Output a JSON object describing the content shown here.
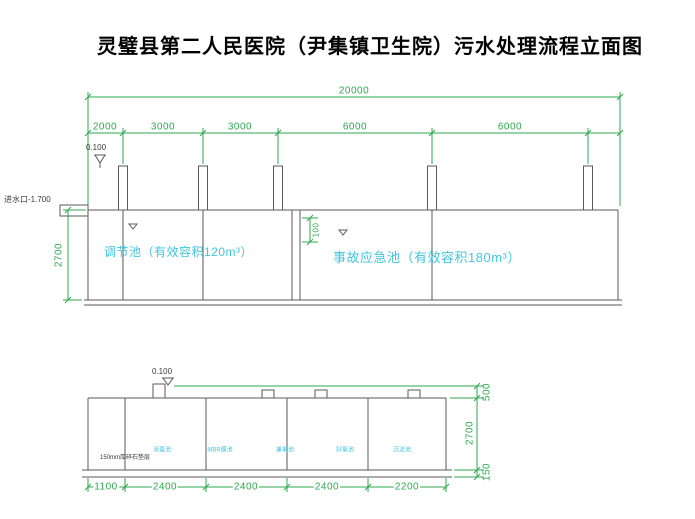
{
  "title": "灵璧县第二人民医院（尹集镇卫生院）污水处理流程立面图",
  "colors": {
    "dimension_green": "#2EA84F",
    "label_cyan": "#3FC6E0",
    "line_gray": "#5A5A5A"
  },
  "upper_elevation": {
    "overall_dim": "20000",
    "segment_dims": [
      "2000",
      "3000",
      "3000",
      "6000",
      "6000"
    ],
    "level_mark": "0.100",
    "inlet_label": "进水口-1.700",
    "height_dim": "2700",
    "freeboard_dim": "100",
    "tank_labels": [
      "调节池（有效容积120m³）",
      "事故应急池（有效容积180m³）"
    ]
  },
  "lower_elevation": {
    "level_mark": "0.100",
    "base_note": "150mm厚碎石垫层",
    "cell_labels": [
      "消毒池",
      "MBR膜池",
      "兼氧池",
      "好氧池",
      "沉淀池"
    ],
    "width_dims": [
      "1100",
      "2400",
      "2400",
      "2400",
      "2200"
    ],
    "height_dims": [
      "500",
      "2700",
      "150"
    ]
  }
}
